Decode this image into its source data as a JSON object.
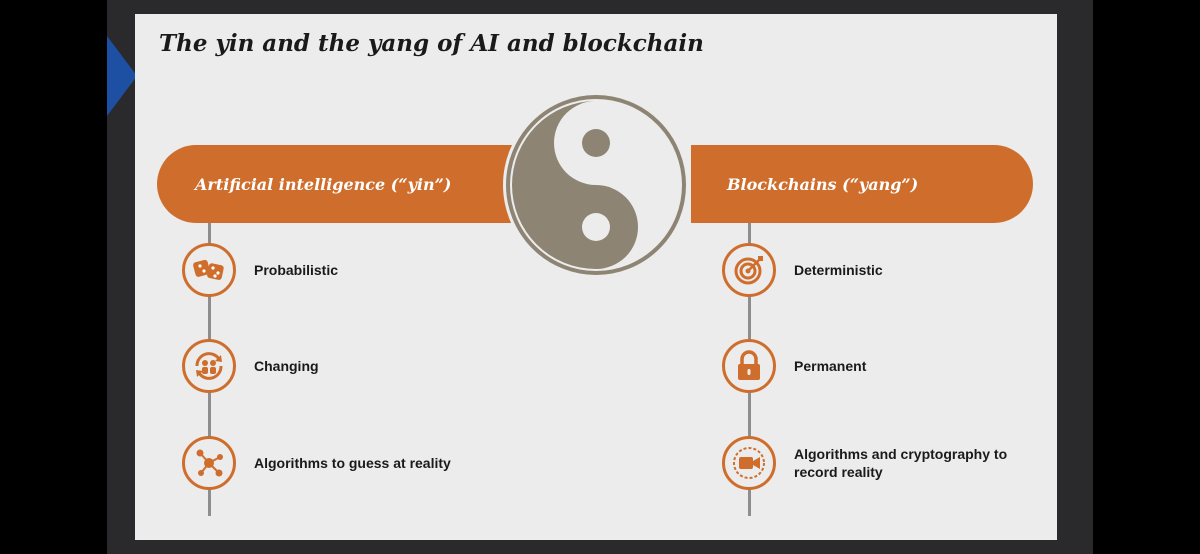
{
  "slide": {
    "title": "The yin and the yang of AI and blockchain",
    "left_heading": "Artificial intelligence (“yin”)",
    "right_heading": "Blockchains (“yang”)",
    "ai_items": [
      {
        "label": "Probabilistic",
        "icon": "dice-icon"
      },
      {
        "label": "Changing",
        "icon": "cycle-people-icon"
      },
      {
        "label": "Algorithms to guess at reality",
        "icon": "network-nodes-icon"
      }
    ],
    "blockchain_items": [
      {
        "label": "Deterministic",
        "icon": "target-icon"
      },
      {
        "label": "Permanent",
        "icon": "padlock-icon"
      },
      {
        "label": "Algorithms and cryptography to record reality",
        "icon": "video-camera-icon"
      }
    ]
  },
  "colors": {
    "orange": "#cf6e2c",
    "yin_yang": "#8e8474",
    "slide_background": "#ececec"
  }
}
